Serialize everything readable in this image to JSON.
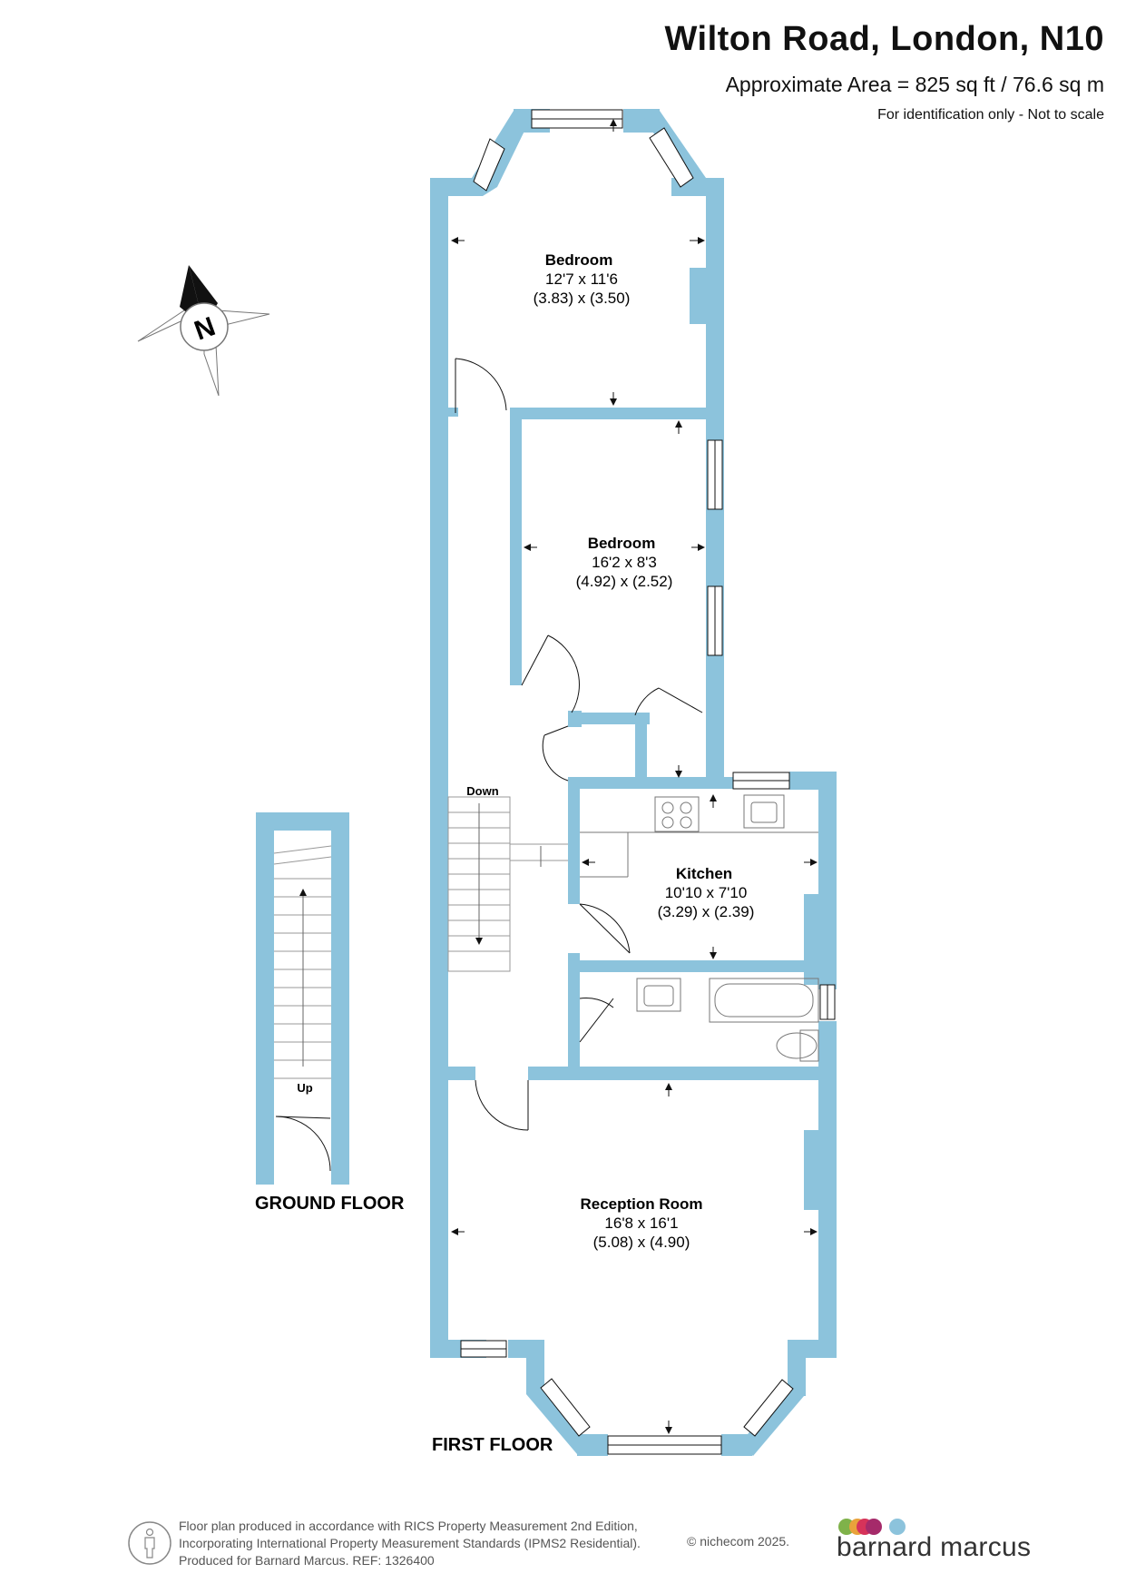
{
  "header": {
    "title": "Wilton Road, London, N10",
    "area": "Approximate Area = 825 sq ft / 76.6 sq m",
    "note": "For identification only - Not to scale"
  },
  "compass": {
    "label": "N"
  },
  "rooms": {
    "bedroom1": {
      "name": "Bedroom",
      "imperial": "12'7 x 11'6",
      "metric": "(3.83) x (3.50)"
    },
    "bedroom2": {
      "name": "Bedroom",
      "imperial": "16'2 x 8'3",
      "metric": "(4.92) x (2.52)"
    },
    "kitchen": {
      "name": "Kitchen",
      "imperial": "10'10 x 7'10",
      "metric": "(3.29) x (2.39)"
    },
    "reception": {
      "name": "Reception Room",
      "imperial": "16'8 x 16'1",
      "metric": "(5.08) x (4.90)"
    }
  },
  "labels": {
    "down": "Down",
    "up": "Up",
    "ground_floor": "GROUND FLOOR",
    "first_floor": "FIRST FLOOR"
  },
  "footer": {
    "line1": "Floor plan produced in accordance with RICS Property Measurement 2nd Edition,",
    "line2": "Incorporating International Property Measurement Standards (IPMS2 Residential).",
    "line3": "Produced for Barnard Marcus.   REF:  1326400",
    "copyright": "© nichecom 2025.",
    "brand": "barnard marcus"
  },
  "colors": {
    "wall": "#8cc3dc",
    "brand_dots": [
      "#7fb24a",
      "#e9a23b",
      "#d6335a",
      "#a52a6a",
      "#8cc3dc"
    ]
  }
}
